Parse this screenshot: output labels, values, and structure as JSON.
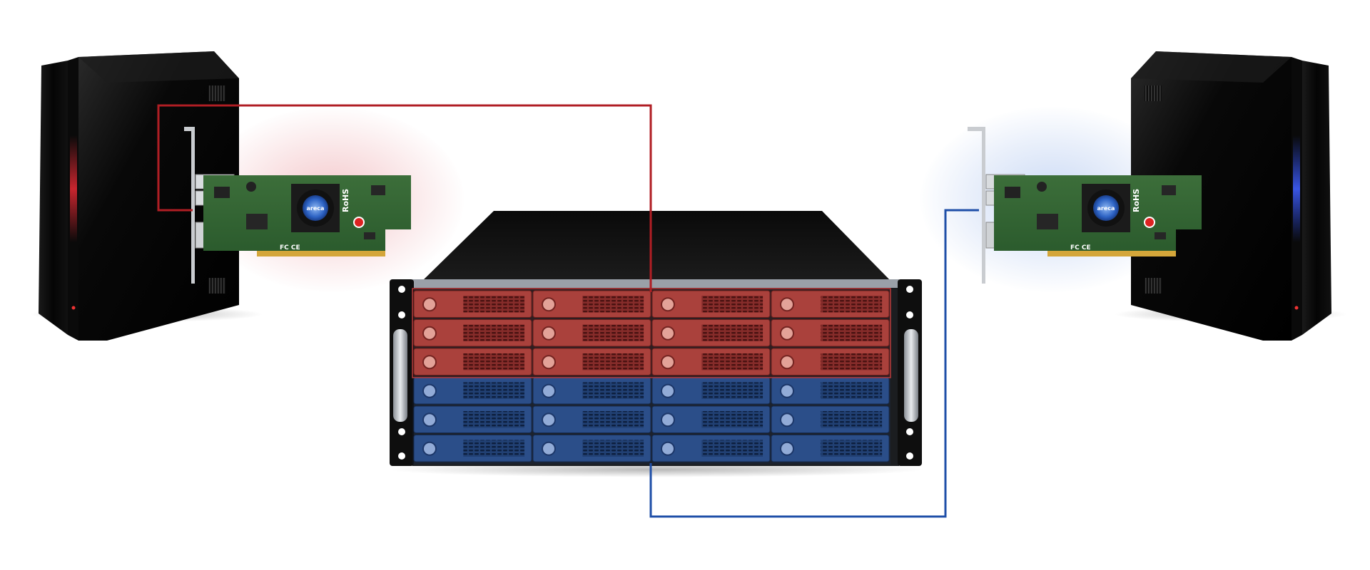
{
  "scene": {
    "left_host": {
      "accent_color": "#c0262d",
      "icon": "tower-server-icon"
    },
    "right_host": {
      "accent_color": "#1f4fa8",
      "icon": "tower-server-icon"
    },
    "storage_enclosure": {
      "icon": "rackmount-storage-enclosure-icon",
      "bays_per_row": 4,
      "rows": [
        {
          "group": "red"
        },
        {
          "group": "red"
        },
        {
          "group": "red"
        },
        {
          "group": "blue"
        },
        {
          "group": "blue"
        },
        {
          "group": "blue"
        }
      ]
    },
    "hba_card": {
      "icon": "raid-controller-card-icon",
      "fan_label": "areca",
      "rohs_label": "RoHS",
      "cert_label": "FC CE"
    },
    "colors": {
      "red_link": "#b01e24",
      "blue_link": "#1f4fa8",
      "red_bay": "#a8453f",
      "blue_bay": "#2c4f86"
    }
  }
}
